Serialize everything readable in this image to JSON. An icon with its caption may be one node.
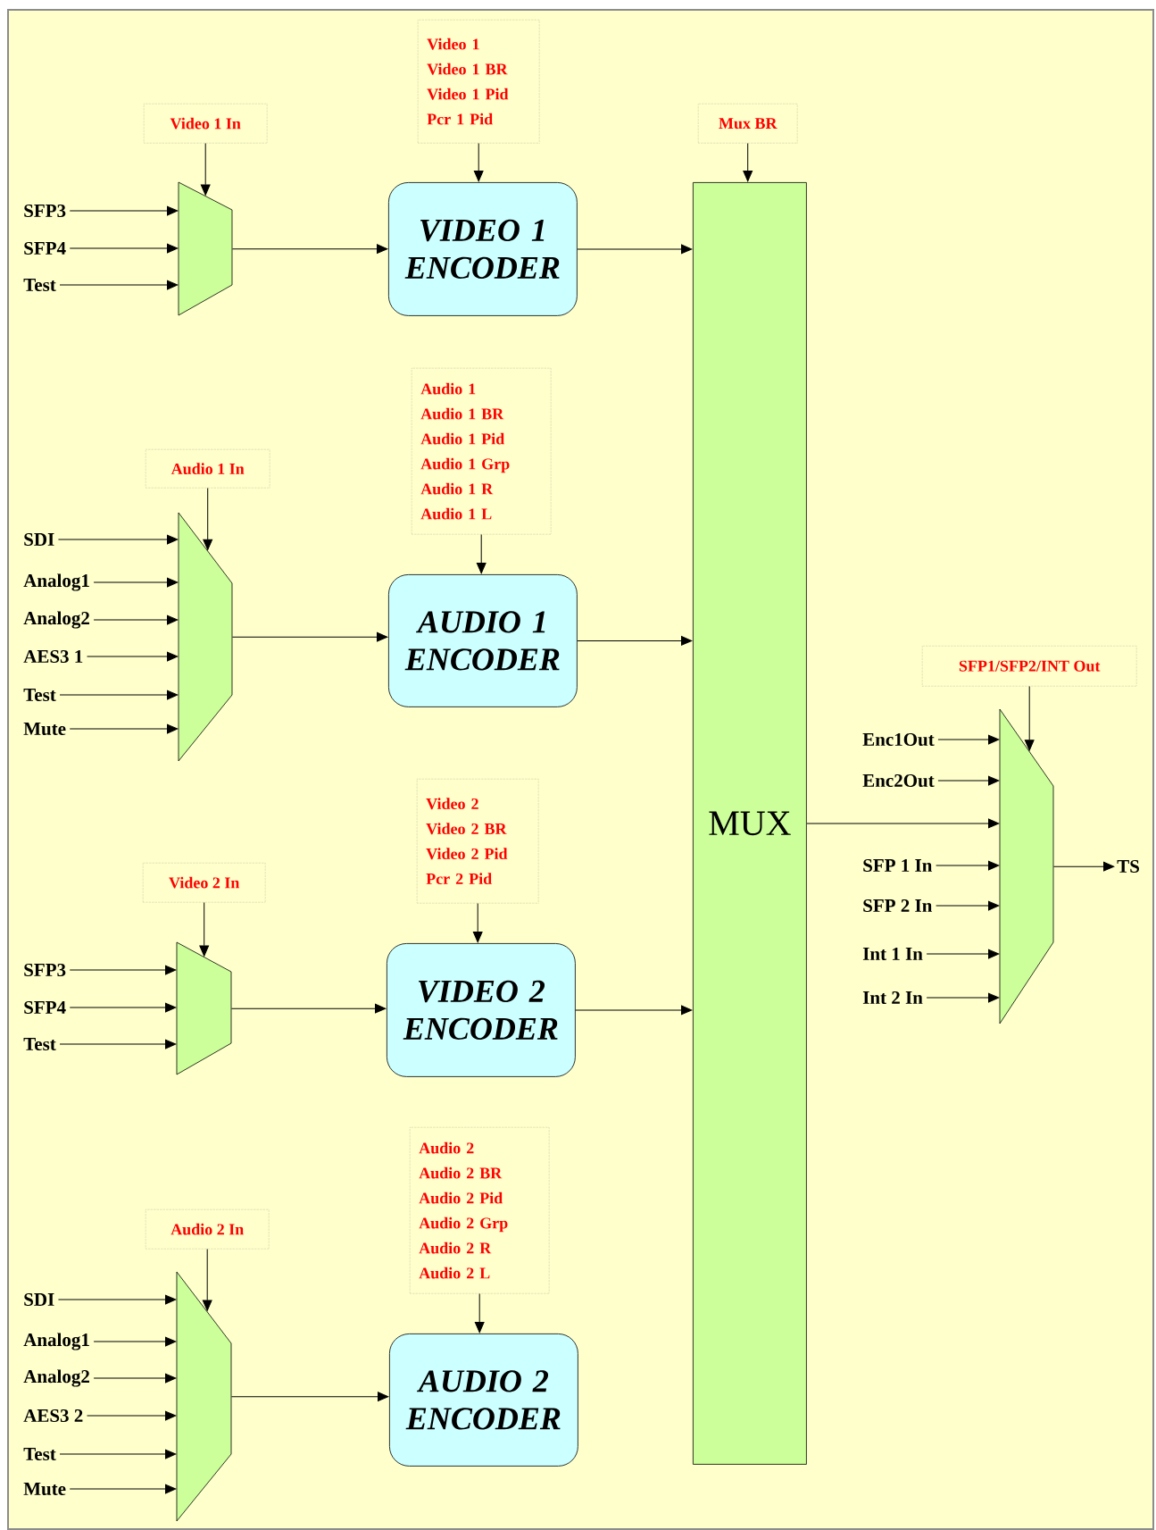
{
  "diagram": {
    "nodes": [
      {
        "text": [
          "Video 1",
          "Video 1 BR",
          "Video 1 Pid",
          "Pcr 1 Pid"
        ]
      },
      {
        "text": [
          "Video 1 In"
        ]
      },
      {
        "text": [
          "Mux BR"
        ]
      },
      {
        "text": [
          "SFP3"
        ]
      },
      {
        "text": [
          "SFP4"
        ]
      },
      {
        "text": [
          "Test"
        ]
      },
      {
        "text": [],
        "shape": "trapezoid"
      },
      {
        "text": [
          "VIDEO 1 ENCODER"
        ]
      },
      {
        "text": [
          "MUX"
        ]
      },
      {
        "text": [
          "Audio 1",
          "Audio 1 BR",
          "Audio 1 Pid",
          "Audio 1 Grp",
          "Audio 1 R",
          "Audio 1 L"
        ]
      },
      {
        "text": [
          "Audio 1 In"
        ]
      },
      {
        "text": [
          "SDI"
        ]
      },
      {
        "text": [
          "Analog1"
        ]
      },
      {
        "text": [
          "Analog2"
        ]
      },
      {
        "text": [
          "AES3 1"
        ]
      },
      {
        "text": [
          "Test"
        ]
      },
      {
        "text": [
          "Mute"
        ]
      },
      {
        "text": [],
        "shape": "trapezoid"
      },
      {
        "text": [
          "AUDIO 1 ENCODER"
        ]
      },
      {
        "text": [
          "SFP1/SFP2/INT Out"
        ]
      },
      {
        "text": [
          "Enc1Out"
        ]
      },
      {
        "text": [
          "Enc2Out"
        ]
      },
      {
        "text": [
          "SFP 1 In"
        ]
      },
      {
        "text": [
          "SFP 2 In"
        ]
      },
      {
        "text": [
          "Int 1 In"
        ]
      },
      {
        "text": [
          "Int 2 In"
        ]
      },
      {
        "text": [],
        "shape": "trapezoid"
      },
      {
        "text": [
          "TS"
        ]
      },
      {
        "text": [
          "Video 2",
          "Video 2 BR",
          "Video 2 Pid",
          "Pcr 2 Pid"
        ]
      },
      {
        "text": [
          "Video 2 In"
        ]
      },
      {
        "text": [
          "SFP3"
        ]
      },
      {
        "text": [
          "SFP4"
        ]
      },
      {
        "text": [
          "Test"
        ]
      },
      {
        "text": [],
        "shape": "trapezoid"
      },
      {
        "text": [
          "VIDEO 2 ENCODER"
        ]
      },
      {
        "text": [
          "Audio 2",
          "Audio 2 BR",
          "Audio 2 Pid",
          "Audio 2 Grp",
          "Audio 2 R",
          "Audio 2 L"
        ]
      },
      {
        "text": [
          "Audio 2 In"
        ]
      },
      {
        "text": [
          "SDI"
        ]
      },
      {
        "text": [
          "Analog1"
        ]
      },
      {
        "text": [
          "Analog2"
        ]
      },
      {
        "text": [
          "AES3 2"
        ]
      },
      {
        "text": [
          "Test"
        ]
      },
      {
        "text": [
          "Mute"
        ]
      },
      {
        "text": [],
        "shape": "trapezoid"
      },
      {
        "text": [
          "AUDIO 2 ENCODER"
        ]
      }
    ],
    "edges": [
      {
        "from": 0,
        "to": 7,
        "arrow": "to"
      },
      {
        "from": 1,
        "to": 6,
        "arrow": "to"
      },
      {
        "from": 2,
        "to": 8,
        "arrow": "to"
      },
      {
        "from": 3,
        "to": 6,
        "arrow": "to"
      },
      {
        "from": 4,
        "to": 6,
        "arrow": "to"
      },
      {
        "from": 5,
        "to": 6,
        "arrow": "to"
      },
      {
        "from": 6,
        "to": 7,
        "arrow": "to"
      },
      {
        "from": 7,
        "to": 8,
        "arrow": "to"
      },
      {
        "from": 9,
        "to": 18,
        "arrow": "to"
      },
      {
        "from": 10,
        "to": 17,
        "arrow": "to"
      },
      {
        "from": 11,
        "to": 17,
        "arrow": "to"
      },
      {
        "from": 12,
        "to": 17,
        "arrow": "to"
      },
      {
        "from": 13,
        "to": 17,
        "arrow": "to"
      },
      {
        "from": 14,
        "to": 17,
        "arrow": "to"
      },
      {
        "from": 15,
        "to": 17,
        "arrow": "to"
      },
      {
        "from": 16,
        "to": 17,
        "arrow": "to"
      },
      {
        "from": 17,
        "to": 18,
        "arrow": "to"
      },
      {
        "from": 18,
        "to": 8,
        "arrow": "to"
      },
      {
        "from": 19,
        "to": 26,
        "arrow": "to"
      },
      {
        "from": 20,
        "to": 26,
        "arrow": "to"
      },
      {
        "from": 21,
        "to": 26,
        "arrow": "to"
      },
      {
        "from": 8,
        "to": 26,
        "arrow": "to"
      },
      {
        "from": 22,
        "to": 26,
        "arrow": "to"
      },
      {
        "from": 23,
        "to": 26,
        "arrow": "to"
      },
      {
        "from": 24,
        "to": 26,
        "arrow": "to"
      },
      {
        "from": 25,
        "to": 26,
        "arrow": "to"
      },
      {
        "from": 26,
        "to": 27,
        "arrow": "to"
      },
      {
        "from": 28,
        "to": 34,
        "arrow": "to"
      },
      {
        "from": 29,
        "to": 33,
        "arrow": "to"
      },
      {
        "from": 30,
        "to": 33,
        "arrow": "to"
      },
      {
        "from": 31,
        "to": 33,
        "arrow": "to"
      },
      {
        "from": 32,
        "to": 33,
        "arrow": "to"
      },
      {
        "from": 33,
        "to": 34,
        "arrow": "to"
      },
      {
        "from": 34,
        "to": 8,
        "arrow": "to"
      },
      {
        "from": 35,
        "to": 44,
        "arrow": "to"
      },
      {
        "from": 36,
        "to": 43,
        "arrow": "to"
      },
      {
        "from": 37,
        "to": 43,
        "arrow": "to"
      },
      {
        "from": 38,
        "to": 43,
        "arrow": "to"
      },
      {
        "from": 39,
        "to": 43,
        "arrow": "to"
      },
      {
        "from": 40,
        "to": 43,
        "arrow": "to"
      },
      {
        "from": 41,
        "to": 43,
        "arrow": "to"
      },
      {
        "from": 42,
        "to": 43,
        "arrow": "to"
      },
      {
        "from": 43,
        "to": 44,
        "arrow": "to"
      }
    ]
  }
}
